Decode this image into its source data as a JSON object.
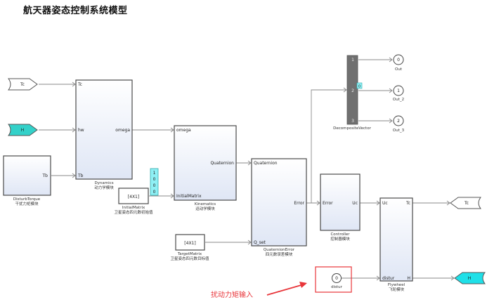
{
  "title": "航天器姿态控制系统模型",
  "blocks": {
    "dynamics": {
      "name": "Dynamics",
      "cn": "动力学模块",
      "ports_in": [
        "Tc",
        "hw",
        "Tb"
      ],
      "ports_out": [
        "omega"
      ]
    },
    "disturb": {
      "name": "DisturbTorque",
      "cn": "干扰力矩模块",
      "ports_out": [
        "Tb"
      ]
    },
    "kinematics": {
      "name": "Kinematics",
      "cn": "运动学模块",
      "ports_in": [
        "omega",
        "InitialMatrix"
      ],
      "ports_out": [
        "Quaternion"
      ]
    },
    "initial": {
      "name": "InitialMatrix",
      "cn": "卫星姿态四元数初始值",
      "value": "[4X1]"
    },
    "target": {
      "name": "TargetMatrix",
      "cn": "卫星姿态四元数目标值",
      "value": "[4X1]"
    },
    "qerror": {
      "name": "QuaternionError",
      "cn": "四元数误差模块",
      "ports_in": [
        "Quaternion",
        "Q_set"
      ],
      "ports_out": [
        "Error"
      ]
    },
    "decomp": {
      "name": "DecompositeVector",
      "ports_out": [
        "1",
        "2",
        "3"
      ]
    },
    "controller": {
      "name": "Controller",
      "cn": "控制器模块",
      "ports_in": [
        "Error"
      ],
      "ports_out": [
        "Uc"
      ]
    },
    "flywheel": {
      "name": "Flywheel",
      "cn": "飞轮模块",
      "ports_in": [
        "Uc",
        "distur"
      ],
      "ports_out": [
        "Tc",
        "H"
      ]
    }
  },
  "goto_from": {
    "from_tc": "Tc",
    "from_h": "H",
    "goto_tc": "Tc",
    "goto_h": "H"
  },
  "outports": [
    {
      "num": "0",
      "name": "Out"
    },
    {
      "num": "1",
      "name": "Out_2"
    },
    {
      "num": "2",
      "name": "Out_3"
    }
  ],
  "distur_inport": {
    "num": "0",
    "name": "distur"
  },
  "display_vector": [
    "1",
    "0",
    "0",
    "0"
  ],
  "display_scalar": "0",
  "annotation": "扰动力矩输入",
  "colors": {
    "cyan": "#33d1c9",
    "cyan_display": "#8ff0f5",
    "red": "#e8353a",
    "bar": "#707070"
  }
}
